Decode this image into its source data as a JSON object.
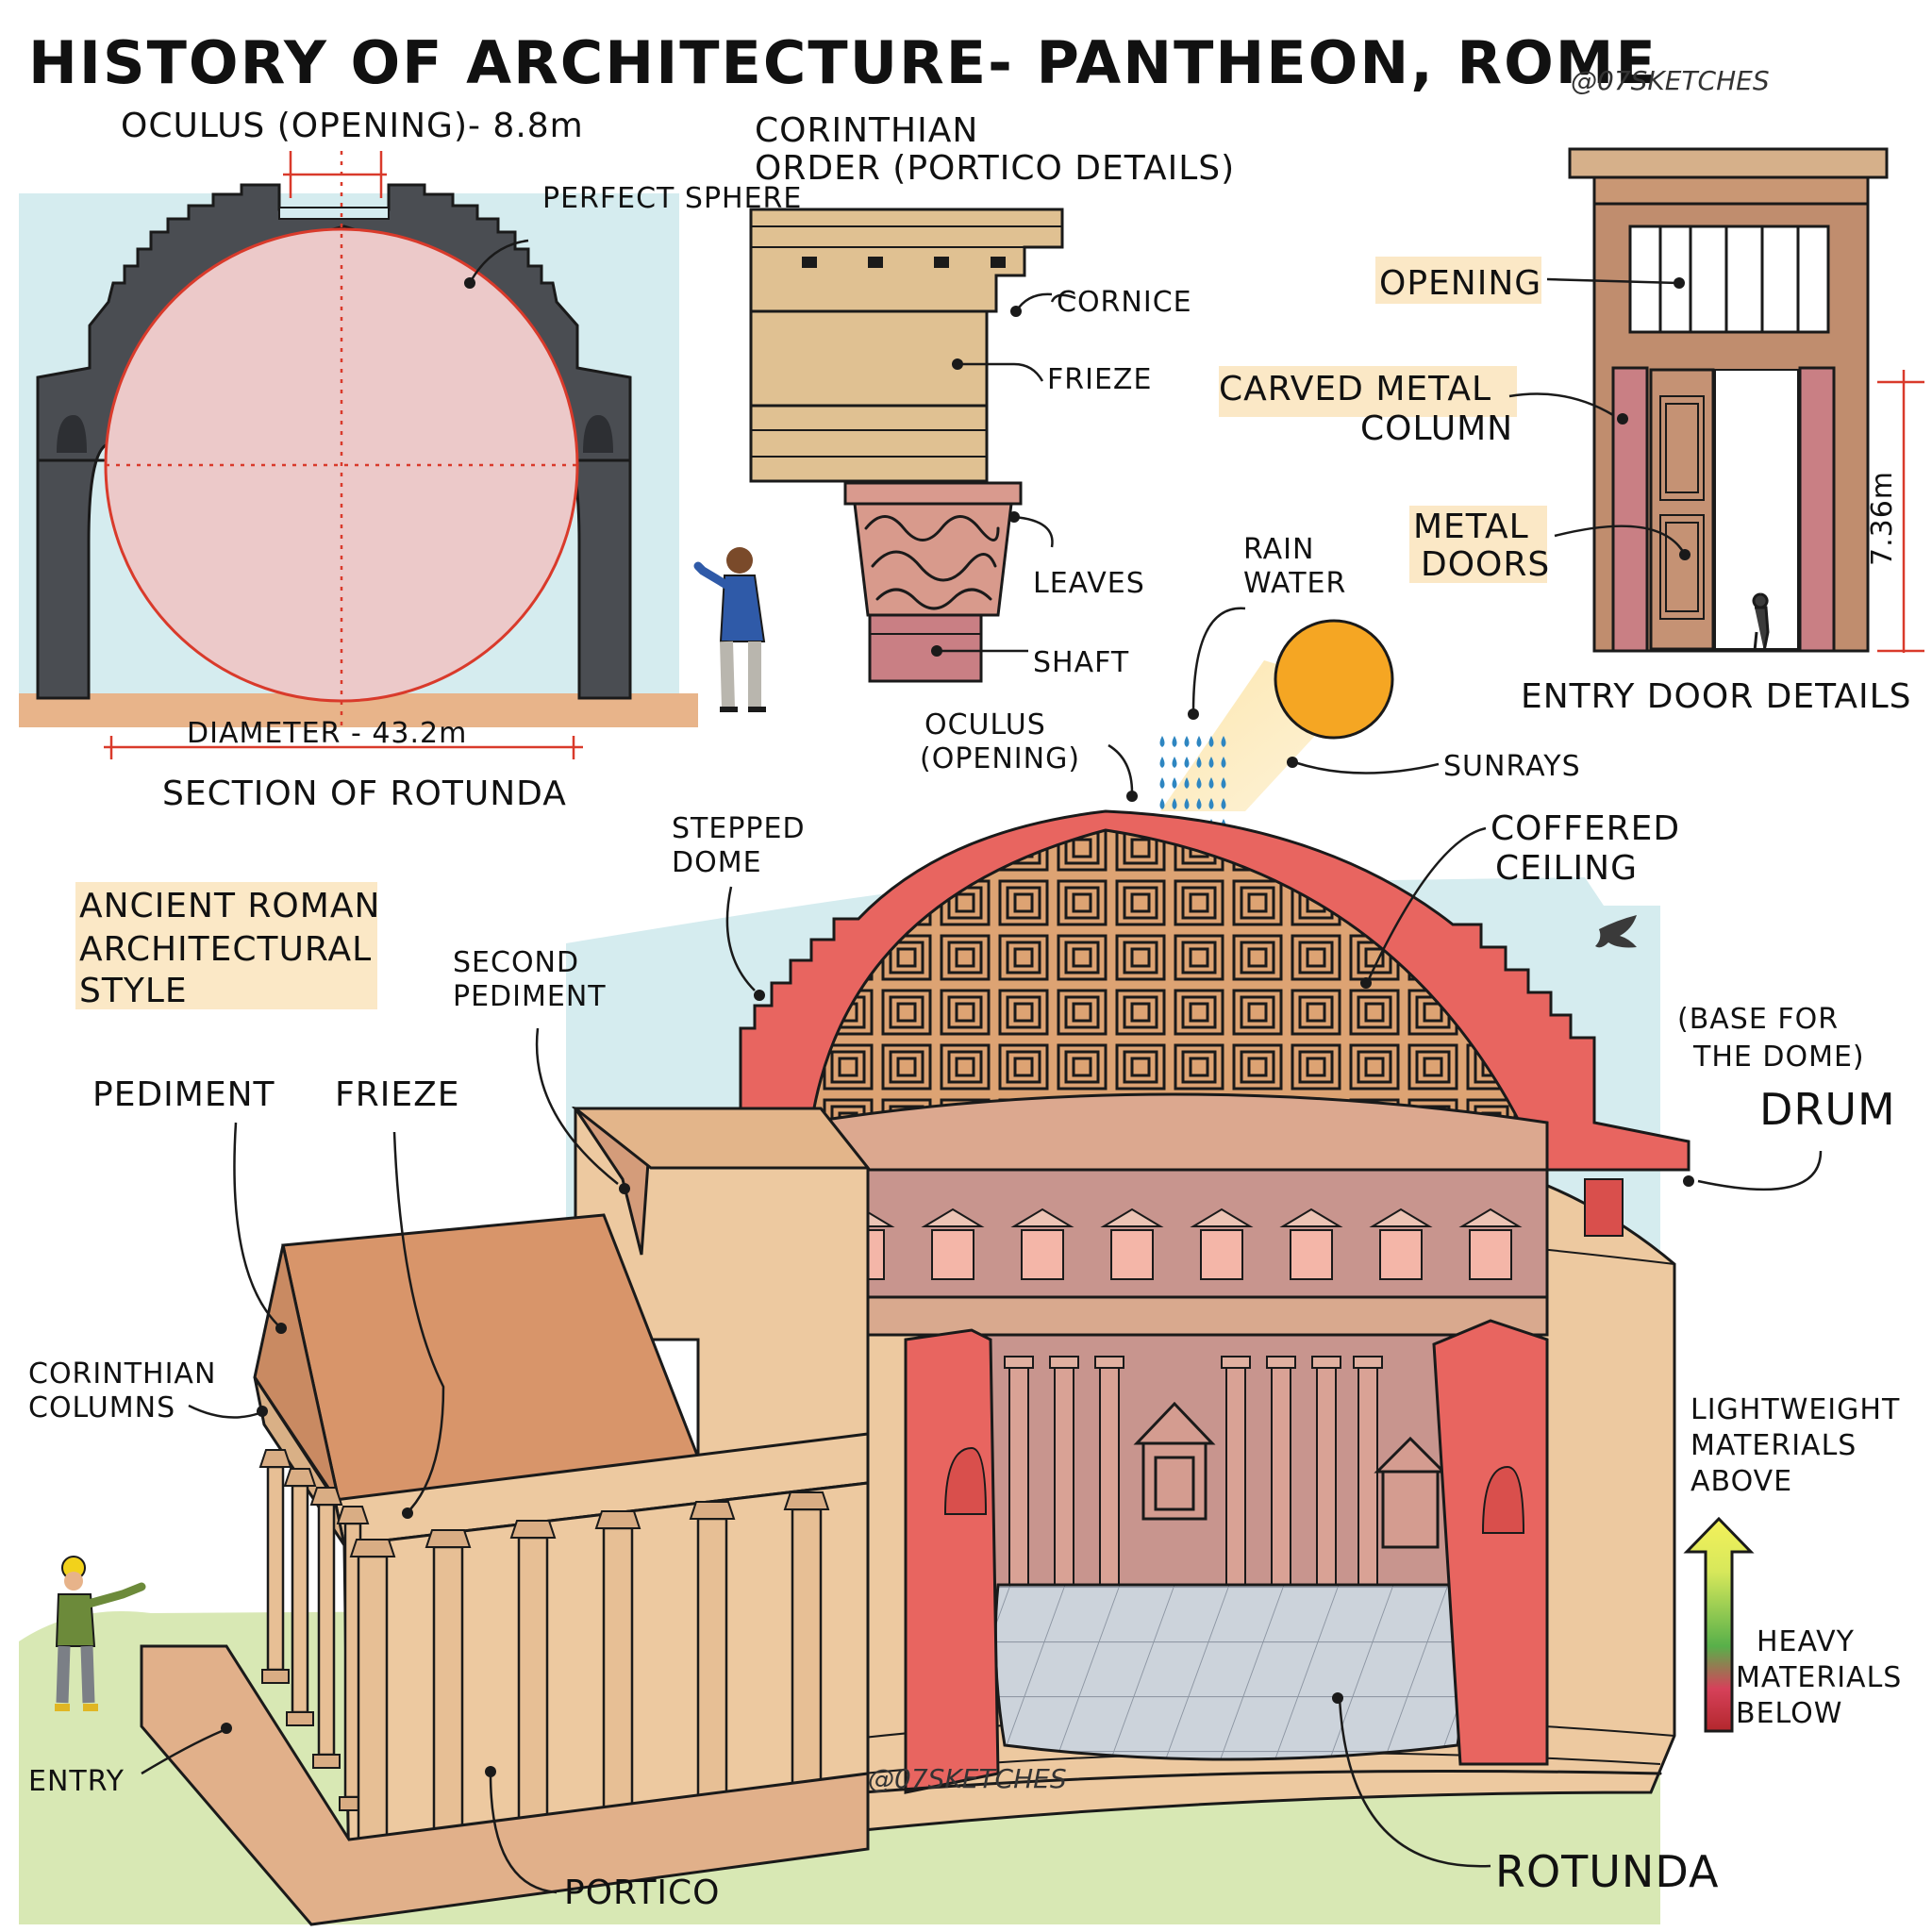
{
  "title": "HISTORY OF ARCHITECTURE- PANTHEON, ROME",
  "handle": "@07SKETCHES",
  "watermark": "@07SKETCHES",
  "colors": {
    "sky": "#d5ecef",
    "grass": "#d8e8b4",
    "ground": "#e8b48a",
    "section_sphere": "#ecc9c9",
    "section_wall": "#4a4d52",
    "cut_red": "#e86560",
    "stone": "#edc9a0",
    "dome": "#d9a273",
    "roof": "#d8956a",
    "interior": "#c8958e",
    "floor": "#c9d0d8",
    "sun": "#f5a623",
    "rain": "#2e86c1",
    "dimension": "#d93a2b",
    "highlight": "#fbe8c6"
  },
  "section": {
    "oculus_label": "OCULUS (OPENING)- 8.8m",
    "sphere_label": "PERFECT SPHERE",
    "diameter_label": "DIAMETER - 43.2m",
    "caption": "SECTION OF ROTUNDA"
  },
  "order": {
    "heading_line1": "CORINTHIAN",
    "heading_line2": "ORDER (PORTICO DETAILS)",
    "cornice": "CORNICE",
    "frieze": "FRIEZE",
    "leaves": "LEAVES",
    "shaft": "SHAFT"
  },
  "door": {
    "opening": "OPENING",
    "column_line1": "CARVED METAL",
    "column_line2": "COLUMN",
    "doors_line1": "METAL",
    "doors_line2": "DOORS",
    "height": "7.36m",
    "caption": "ENTRY DOOR DETAILS"
  },
  "cutaway": {
    "rain_line1": "RAIN",
    "rain_line2": "WATER",
    "oculus_line1": "OCULUS",
    "oculus_line2": "(OPENING)",
    "sunrays": "SUNRAYS",
    "stepped_line1": "STEPPED",
    "stepped_line2": "DOME",
    "coffered_line1": "COFFERED",
    "coffered_line2": "CEILING",
    "style_line1": "ANCIENT ROMAN",
    "style_line2": "ARCHITECTURAL",
    "style_line3": "STYLE",
    "second_line1": "SECOND",
    "second_line2": "PEDIMENT",
    "pediment": "PEDIMENT",
    "frieze": "FRIEZE",
    "base_line1": "(BASE FOR",
    "base_line2": "THE DOME)",
    "drum": "DRUM",
    "columns_line1": "CORINTHIAN",
    "columns_line2": "COLUMNS",
    "light_line1": "LIGHTWEIGHT",
    "light_line2": "MATERIALS",
    "light_line3": "ABOVE",
    "heavy_line1": "HEAVY",
    "heavy_line2": "MATERIALS",
    "heavy_line3": "BELOW",
    "entry": "ENTRY",
    "portico": "PORTICO",
    "rotunda": "ROTUNDA"
  }
}
